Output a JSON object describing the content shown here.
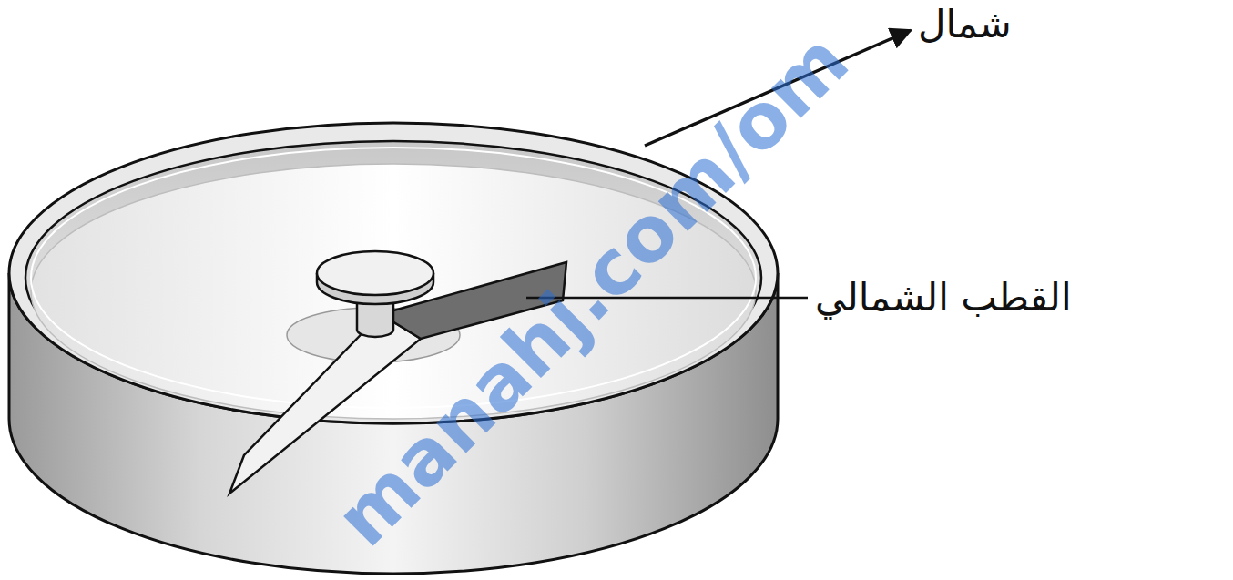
{
  "diagram": {
    "labels": [
      "شمال",
      "القطب الشمالي",
      "manahj.com/om"
    ]
  }
}
